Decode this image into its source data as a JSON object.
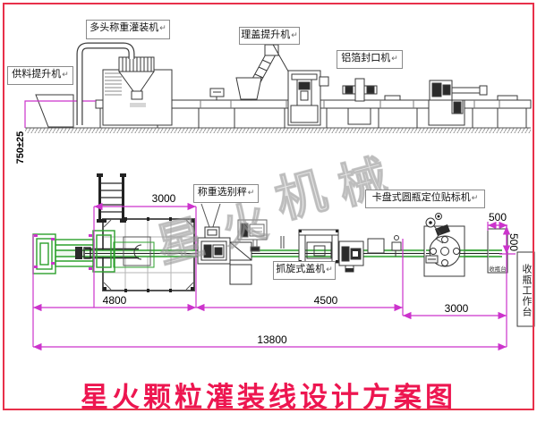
{
  "title": "星火颗粒灌装线设计方案图",
  "return_mark": "↵",
  "machine_labels": {
    "feed_elevator": "供料提升机",
    "multihead_filler": "多头称重灌装机",
    "cap_elevator": "理盖提升机",
    "foil_sealer": "铝箔封口机",
    "checkweigher": "称重选别秤",
    "capper": "抓旋式盖机",
    "labeler": "卡盘式圆瓶定位贴标机",
    "bottle_table": "收瓶台",
    "bottle_worktable": "收瓶工作台"
  },
  "dimensions": {
    "conveyor_height": "750±25",
    "filler_width": "3000",
    "left_span": "4800",
    "mid_span": "4500",
    "right_span": "3000",
    "total_span": "13800",
    "table_width": "500",
    "table_depth": "500"
  },
  "watermark": {
    "text": "星火机械",
    "chars": [
      "星",
      "火",
      "机",
      "械"
    ]
  },
  "colors": {
    "title_red": "#ed1650",
    "frame_red": "#e8304a",
    "dimension_magenta": "#cc33cc",
    "conveyor_green": "#2ca02c",
    "linework_dark": "#3a3a3a"
  }
}
